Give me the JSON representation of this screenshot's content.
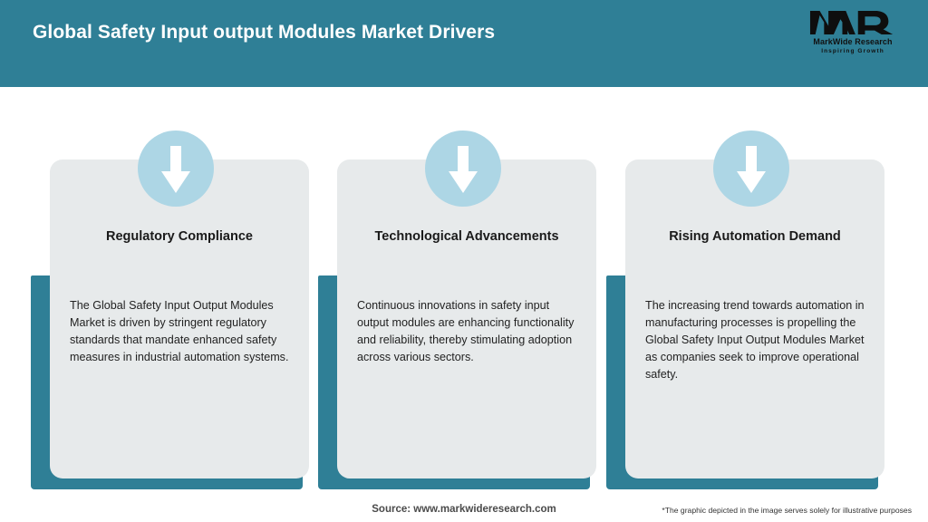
{
  "header": {
    "title": "Global Safety Input output Modules Market Drivers",
    "bg_color": "#2F7F96",
    "title_color": "#FFFFFF"
  },
  "logo": {
    "mark": "MWR",
    "name": "MarkWide Research",
    "tagline": "Inspiring Growth"
  },
  "theme": {
    "accent_teal": "#2F7F96",
    "card_bg": "#E7EAEB",
    "badge_blue": "#ADD6E5",
    "arrow_white": "#FFFFFF"
  },
  "cards": [
    {
      "icon": "down-arrow-icon",
      "title": "Regulatory Compliance",
      "body": "The Global Safety Input Output Modules Market is driven by stringent regulatory standards that mandate enhanced safety measures in industrial automation systems."
    },
    {
      "icon": "down-arrow-icon",
      "title": "Technological Advancements",
      "body": "Continuous innovations in safety input output modules are enhancing functionality and reliability, thereby stimulating adoption across various sectors."
    },
    {
      "icon": "down-arrow-icon",
      "title": "Rising Automation Demand",
      "body": "The increasing trend towards automation in manufacturing processes is propelling the Global Safety Input Output Modules Market as companies seek to improve operational safety."
    }
  ],
  "footer": {
    "source": "Source: www.markwideresearch.com",
    "disclaimer": "*The graphic depicted in the image serves solely for illustrative purposes"
  }
}
